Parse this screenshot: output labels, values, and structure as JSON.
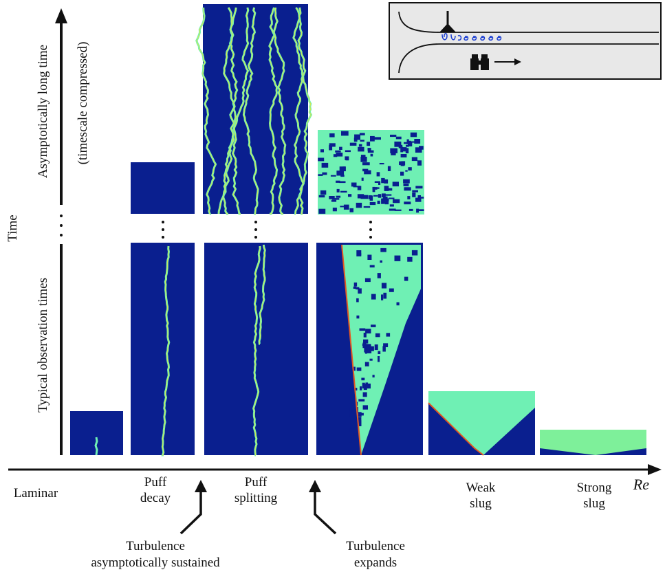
{
  "axes": {
    "vertical_title": "Time",
    "upper_axis_label": "Asymptotically long time",
    "upper_axis_sublabel": "(timescale compressed)",
    "lower_axis_label": "Typical observation times",
    "horizontal_label": "Re"
  },
  "regimes": [
    {
      "label": "Laminar"
    },
    {
      "label_line1": "Puff",
      "label_line2": "decay"
    },
    {
      "label_line1": "Puff",
      "label_line2": "splitting"
    },
    {
      "label": ""
    },
    {
      "label_line1": "Weak",
      "label_line2": "slug"
    },
    {
      "label_line1": "Strong",
      "label_line2": "slug"
    }
  ],
  "transitions": [
    {
      "line1": "Turbulence",
      "line2": "asymptotically sustained"
    },
    {
      "line1": "Turbulence",
      "line2": "expands"
    }
  ],
  "colors": {
    "laminar_fill": "#0a1f8f",
    "turbulent_fill": "#6ff0b4",
    "turbulent_edge": "#d9e84a",
    "front_edge": "#e25822",
    "inset_bg": "#e8e8e8",
    "inset_swirl": "#1c3fd1"
  },
  "icons": [
    "injector-icon",
    "vortex-icon",
    "binoculars-icon",
    "arrow-right-icon"
  ]
}
